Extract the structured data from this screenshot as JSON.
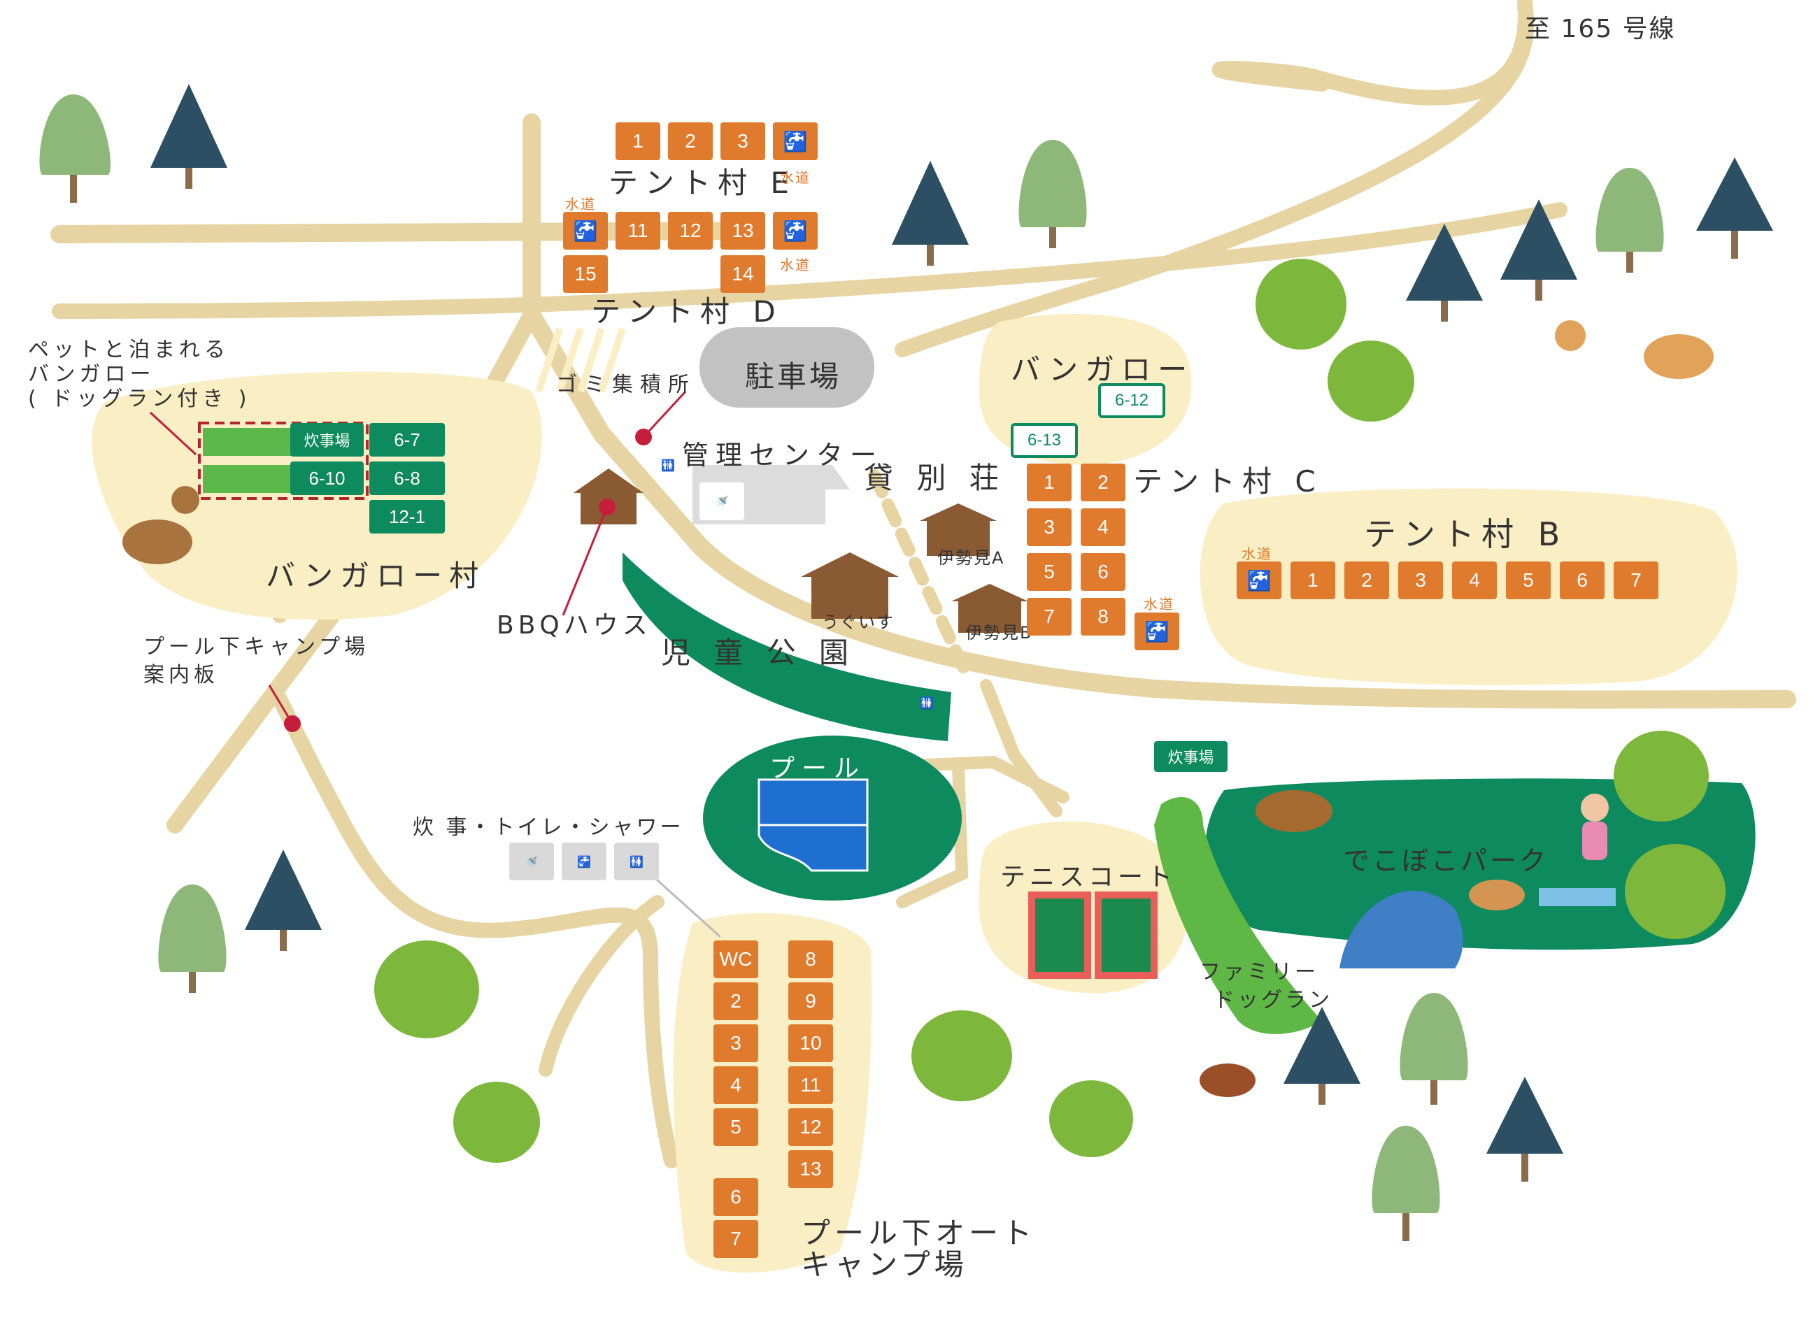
{
  "road_to_route": "至 165 号線",
  "labels": {
    "tent_e": "テント村 E",
    "tent_d": "テント村 D",
    "tent_c": "テント村 C",
    "tent_b": "テント村 B",
    "parking": "駐車場",
    "garbage": "ゴミ集積所",
    "center": "管理センター",
    "rental_villa": "貸 別 荘",
    "pet_bungalow": [
      "ペットと泊まれる",
      "バンガロー",
      "( ドッグラン付き )"
    ],
    "bungalow_village": "バンガロー村",
    "bungalow": "バンガロー",
    "bbq": "BBQハウス",
    "park": "児 童 公 園",
    "pool_board": [
      "プール下キャンプ場",
      "案内板"
    ],
    "pool": "プール",
    "facilities": "炊 事・トイレ・シャワー",
    "tennis": "テニスコート",
    "dekoboko": "でこぼこパーク",
    "family_dogrun": [
      "ファミリー",
      "ドッグラン"
    ],
    "auto_camp": [
      "プール下オート",
      "キャンプ場"
    ],
    "cabin_uguisu": "うぐいす",
    "cabin_isemi_a": "伊勢見A",
    "cabin_isemi_b": "伊勢見B",
    "water": "水道",
    "kitchen": "炊事場"
  },
  "tent_e_sites": [
    "1",
    "2",
    "3"
  ],
  "tent_d_sites": [
    "11",
    "12",
    "13",
    "15",
    "14"
  ],
  "tent_c_sites": [
    "1",
    "2",
    "3",
    "4",
    "5",
    "6",
    "7",
    "8"
  ],
  "tent_b_sites": [
    "1",
    "2",
    "3",
    "4",
    "5",
    "6",
    "7"
  ],
  "bungalow_tags": [
    "6-7",
    "6-8",
    "12-1",
    "6-10",
    "6-12",
    "6-13"
  ],
  "auto_left": [
    "WC",
    "2",
    "3",
    "4",
    "5",
    "6",
    "7"
  ],
  "auto_right": [
    "8",
    "9",
    "10",
    "11",
    "12",
    "13"
  ],
  "colors": {
    "road": "#e6d5a3",
    "area": "#faeec4",
    "green": "#0e8a5f",
    "site": "#e07a2c",
    "pool": "#1f6fd1",
    "tree_light": "#8db87a",
    "tree_dark": "#2c4f64"
  },
  "icons": [
    "water-tap-icon",
    "shower-icon",
    "toilet-icon",
    "deer-icon",
    "dog-icon",
    "squirrel-icon",
    "tent-icon",
    "person-yoga-icon",
    "tree-icon",
    "cabin-icon"
  ]
}
